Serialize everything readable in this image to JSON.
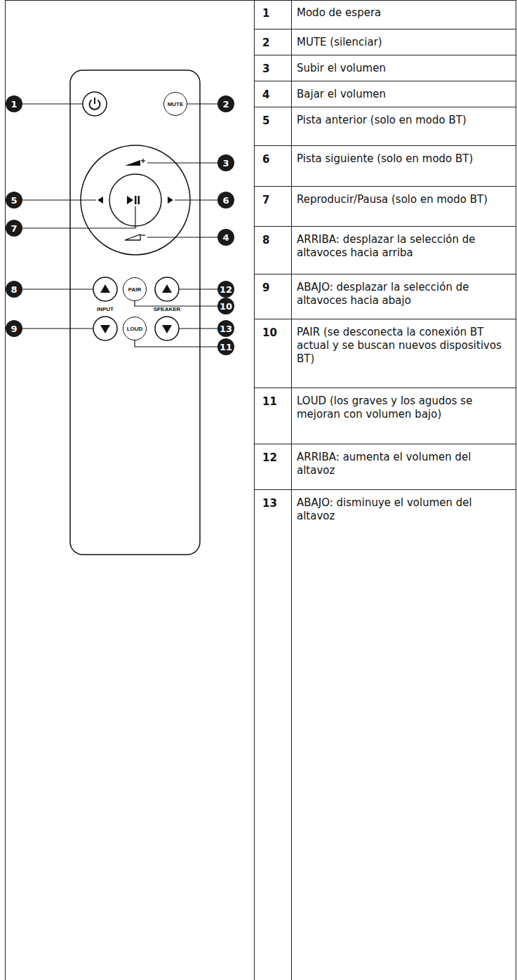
{
  "diagram": {
    "nodes": [
      {
        "text": [
          "MUTE"
        ]
      },
      {
        "text": [
          "PAIR"
        ]
      },
      {
        "text": [
          "LOUD"
        ]
      }
    ],
    "labels": [
      "1",
      "2",
      "3",
      "4",
      "5",
      "6",
      "7",
      "8",
      "9",
      "10",
      "11",
      "12",
      "13",
      "INPUT",
      "SPEAKER",
      "1",
      "Modo de espera",
      "2",
      "MUTE (silenciar)",
      "3",
      "Subir el volumen",
      "4",
      "Bajar el volumen",
      "5",
      "Pista anterior (solo en modo BT)",
      "6",
      "Pista siguiente (solo en modo BT)",
      "7",
      "Reproducir/Pausa (solo en modo BT)",
      "8",
      "ARRIBA: desplazar la selección de altavoces hacia arriba",
      "9",
      "ABAJO: desplazar la selección de altavoces hacia abajo",
      "10",
      "PAIR (se desconecta la conexión BT actual y se buscan nuevos dispositivos BT)",
      "11",
      "LOUD (los graves y los agudos se mejoran con volumen bajo)",
      "12",
      "ARRIBA: aumenta el volumen del altavoz",
      "13",
      "ABAJO: disminuye el volumen del altavoz"
    ]
  }
}
